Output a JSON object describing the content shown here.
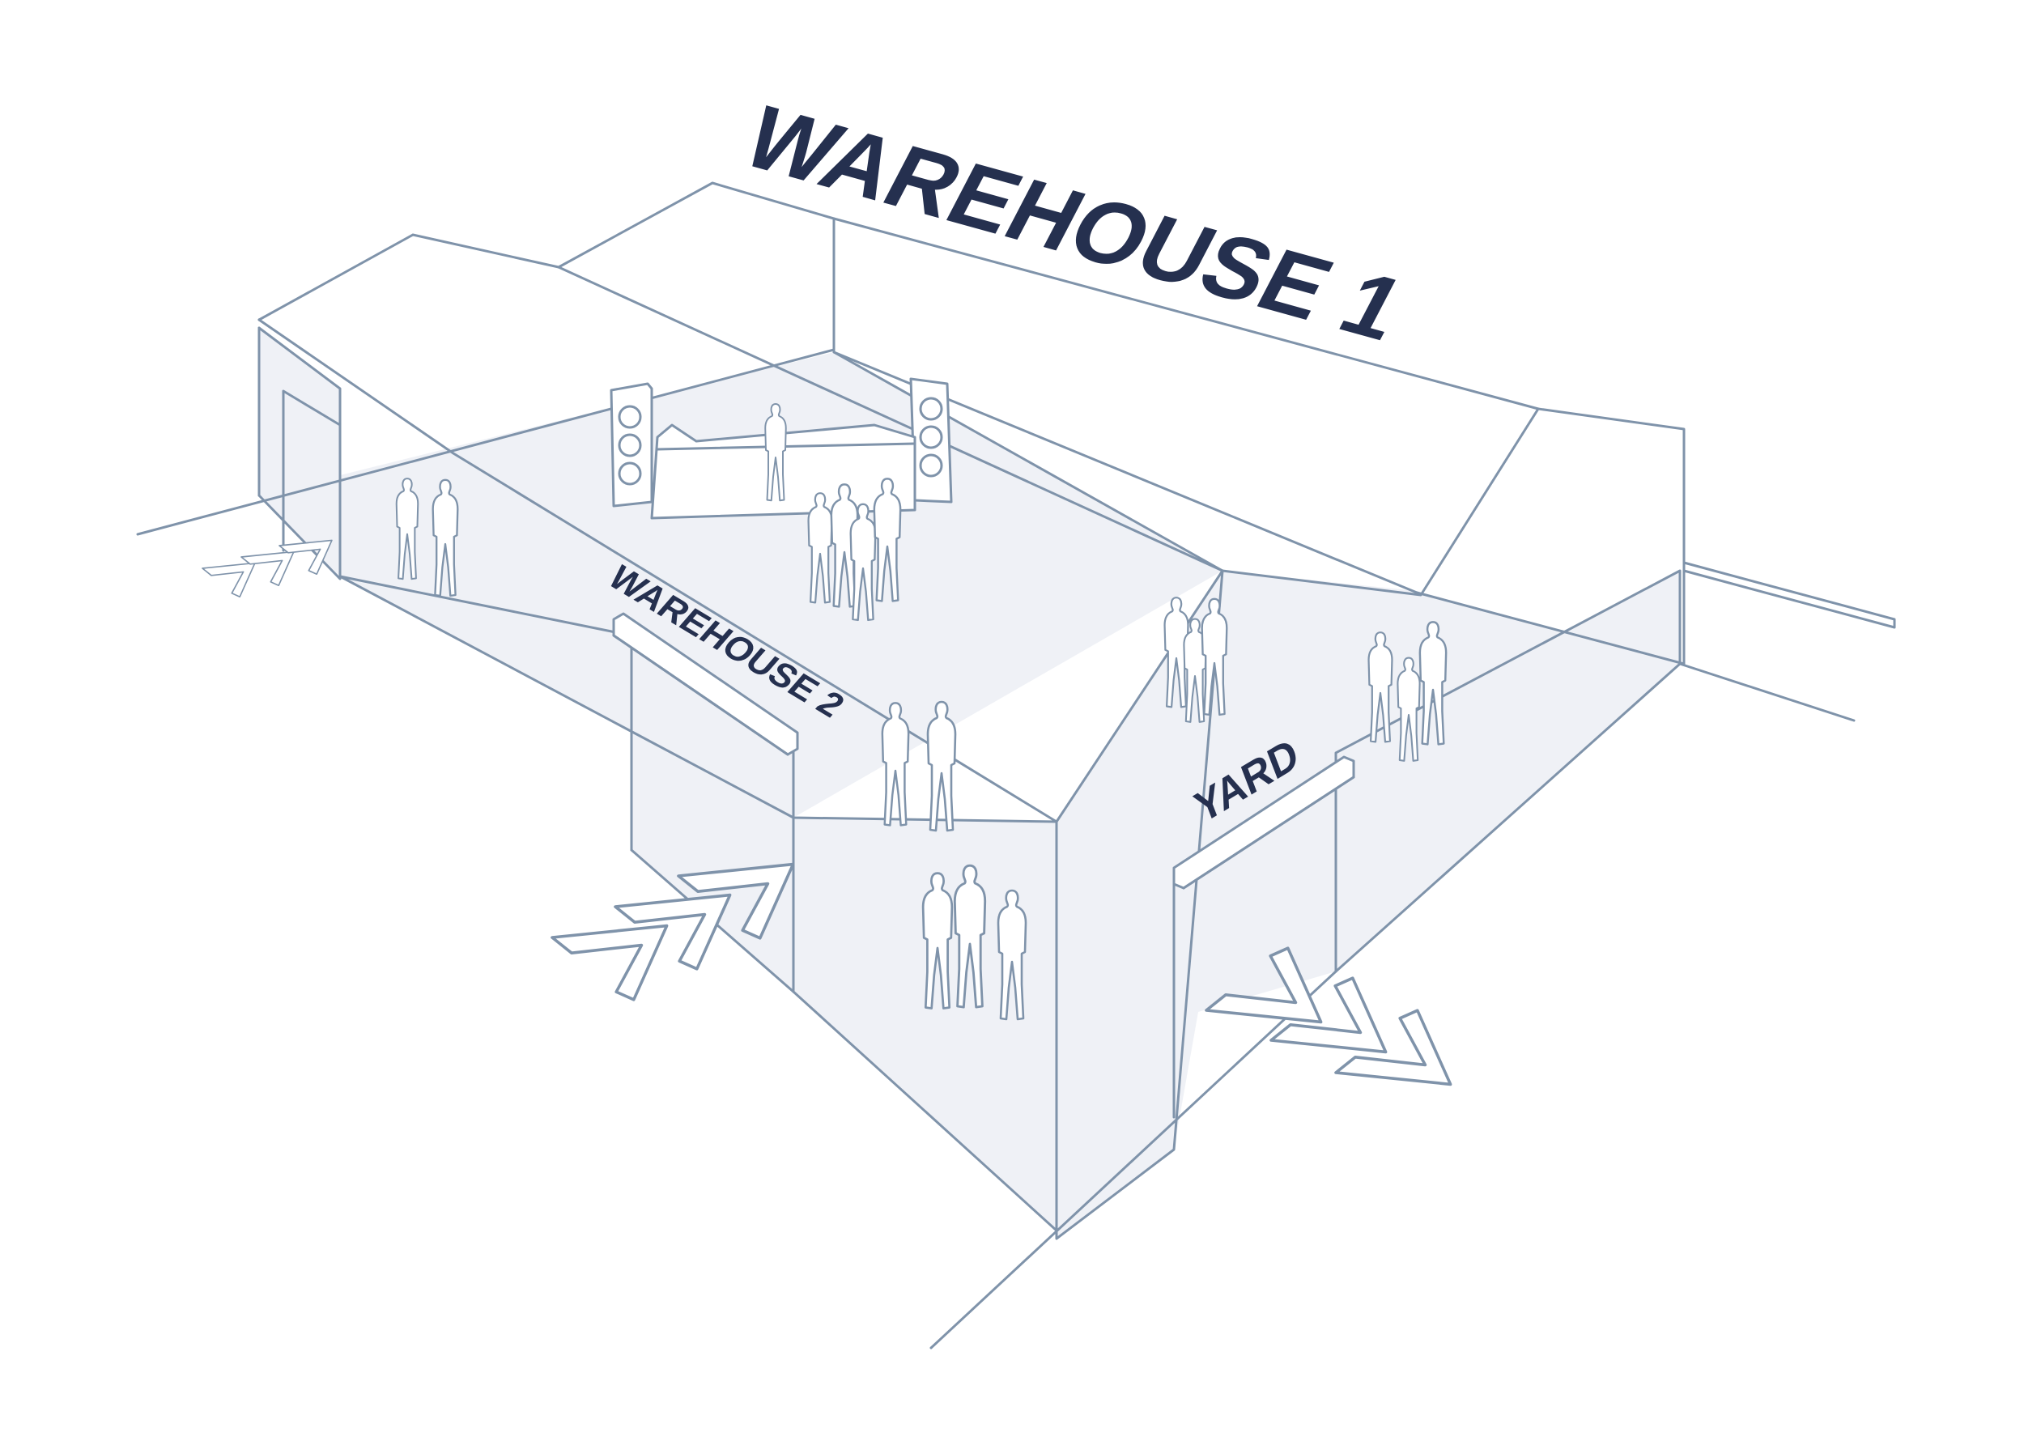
{
  "labels": {
    "main": "WAREHOUSE 1",
    "secondary": "WAREHOUSE 2",
    "yard": "YARD"
  },
  "colors": {
    "outline": "#7f93aa",
    "fill": "#eff1f6",
    "text": "#25304f"
  },
  "icons": [
    "arrow-chevron-icon",
    "person-icon",
    "speaker-icon",
    "dj-booth-icon"
  ]
}
